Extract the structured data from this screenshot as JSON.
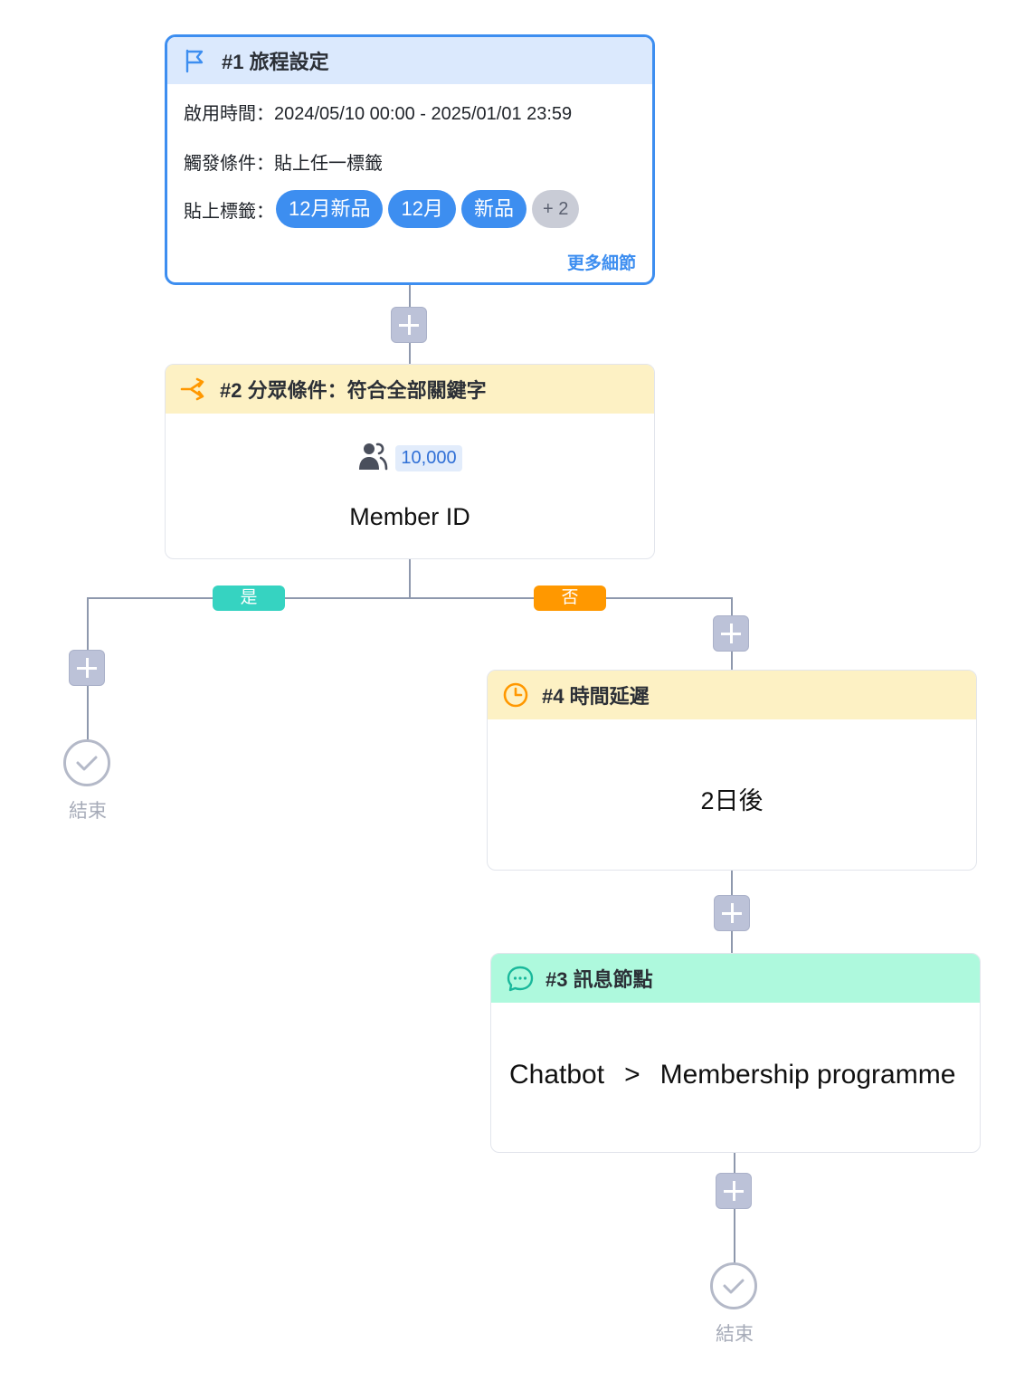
{
  "journey_settings": {
    "title": "#1 旅程設定",
    "active_time": "啟用時間：2024/05/10 00:00 - 2025/01/01 23:59",
    "trigger": "觸發條件：貼上任一標籤",
    "tags_label": "貼上標籤：",
    "tags": [
      "12月新品",
      "12月",
      "新品"
    ],
    "more_tags": "+ 2",
    "more_details": "更多細節"
  },
  "split_condition": {
    "title": "#2 分眾條件：符合全部關鍵字",
    "count": "10,000",
    "label": "Member ID",
    "branch_yes": "是",
    "branch_no": "否"
  },
  "time_delay": {
    "title": "#4 時間延遲",
    "value": "2日後"
  },
  "message_node": {
    "title": "#3 訊息節點",
    "source": "Chatbot",
    "separator": ">",
    "target": "Membership programme"
  },
  "end_label": "結束",
  "colors": {
    "primary": "#3d8ef0",
    "yes": "#36d3c1",
    "no": "#ff9800",
    "split_header": "#fdf1c4",
    "message_header": "#aef9dd",
    "settings_header": "#dbe9fd"
  },
  "icons": {
    "journey": "flag-icon",
    "split": "branch-icon",
    "audience": "users-icon",
    "delay": "clock-icon",
    "message": "chat-bubble-icon",
    "add": "plus-icon",
    "end": "check-circle-icon"
  }
}
